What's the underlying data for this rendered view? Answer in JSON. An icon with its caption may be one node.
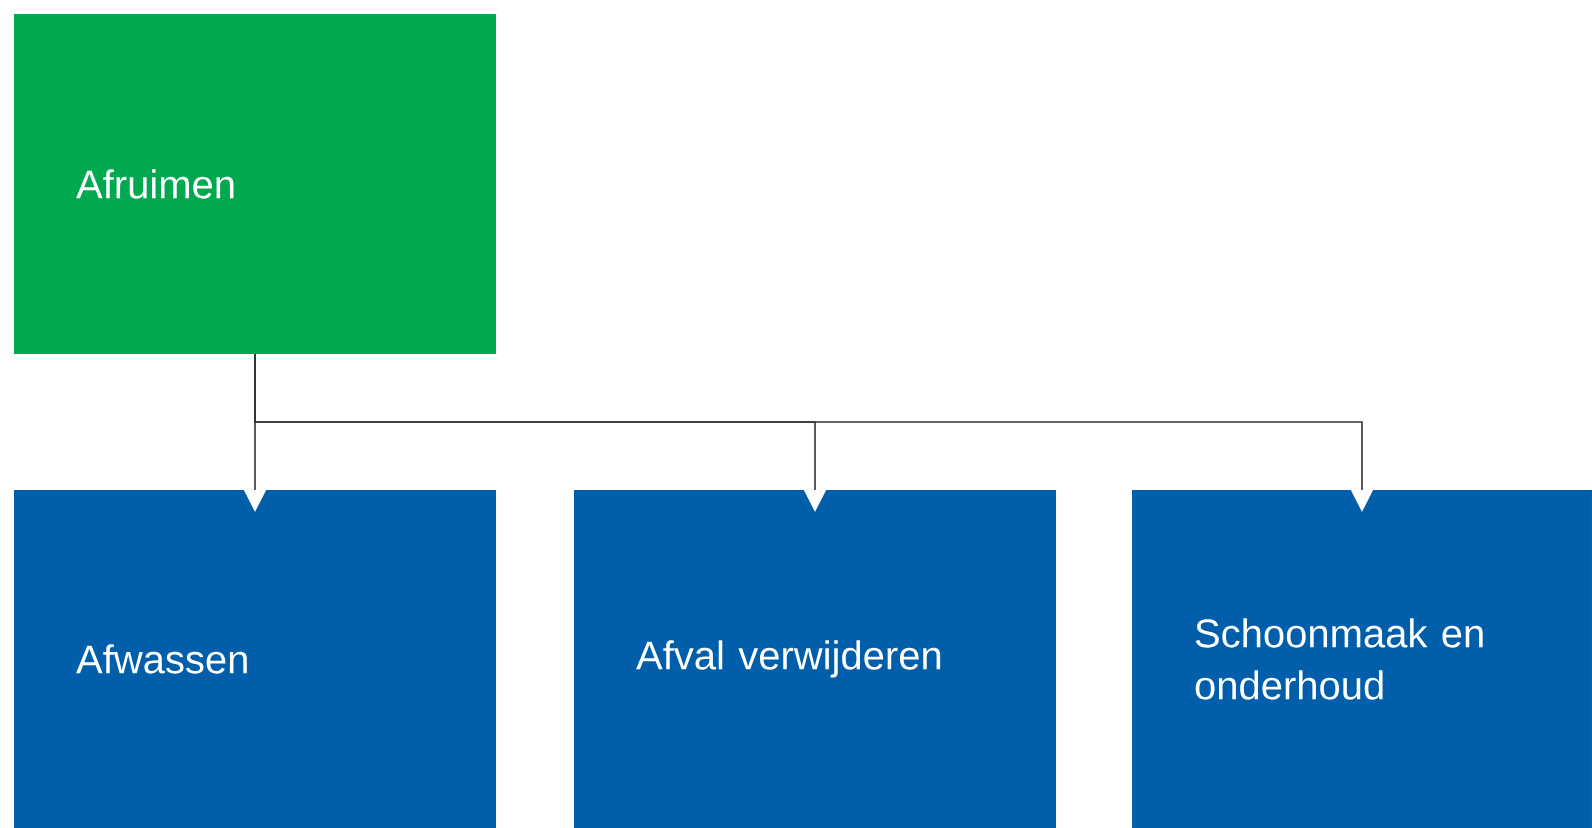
{
  "diagram": {
    "nodes": [
      {
        "text": [
          "Afruimen"
        ]
      },
      {
        "text": [
          "Afwassen"
        ]
      },
      {
        "text": [
          "Afval verwijderen"
        ]
      },
      {
        "text": [
          "Schoonmaak en onderhoud"
        ]
      }
    ],
    "edges": [
      {
        "from": 0,
        "to": 1,
        "arrow": "to"
      },
      {
        "from": 0,
        "to": 2,
        "arrow": "to"
      },
      {
        "from": 0,
        "to": 3,
        "arrow": "to"
      }
    ]
  }
}
